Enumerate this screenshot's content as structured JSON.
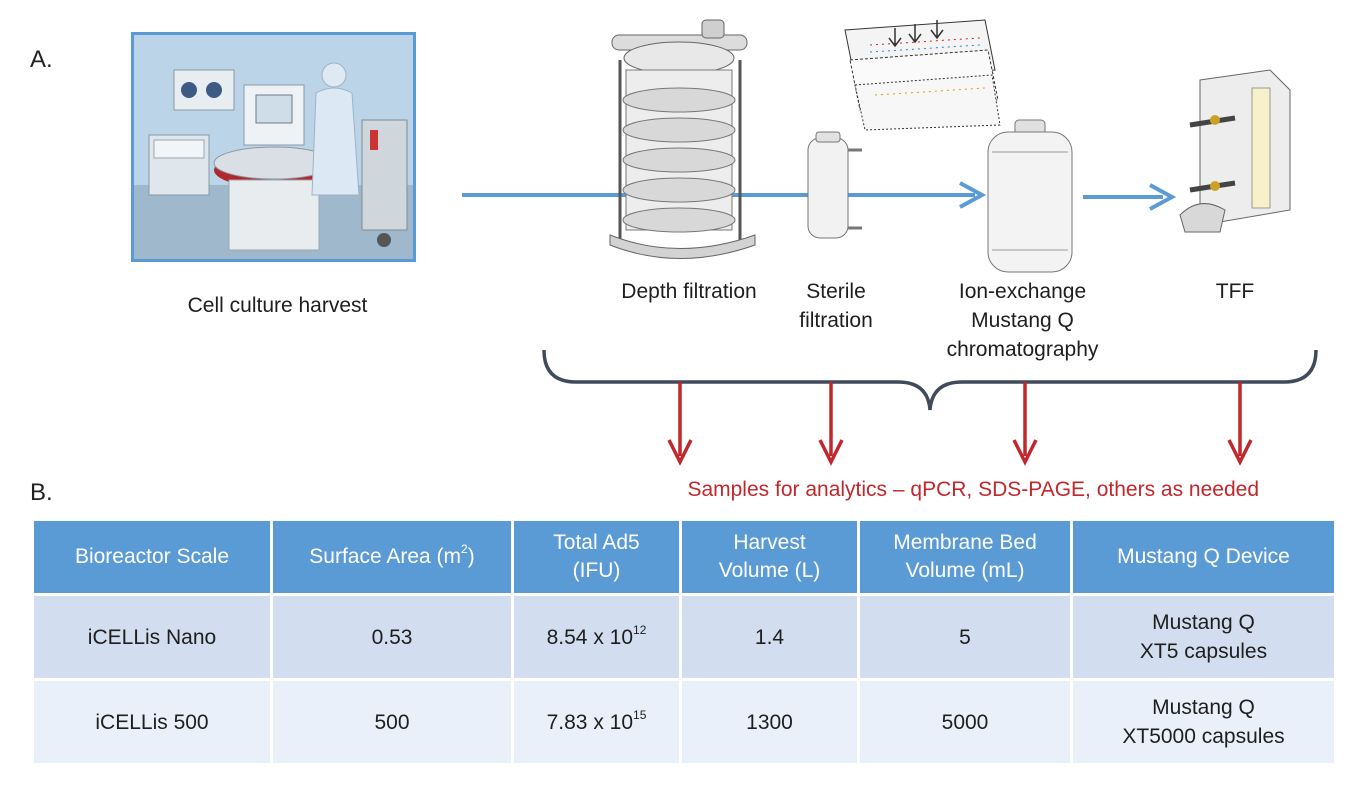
{
  "panel_a": {
    "label": "A.",
    "steps": {
      "harvest": "Cell culture harvest",
      "depth": "Depth filtration",
      "sterile": [
        "Sterile",
        "filtration"
      ],
      "ion": [
        "Ion-exchange",
        "Mustang Q",
        "chromatography"
      ],
      "tff": "TFF"
    },
    "samples_note": "Samples for analytics – qPCR, SDS-PAGE, others as needed"
  },
  "panel_b": {
    "label": "B.",
    "headers": {
      "scale": "Bioreactor Scale",
      "area": "Surface Area (m",
      "area_sup": "2",
      "area_end": ")",
      "ad5": [
        "Total Ad5",
        "(IFU)"
      ],
      "harvest_volume": [
        "Harvest",
        "Volume (L)"
      ],
      "membrane": [
        "Membrane Bed",
        "Volume (mL)"
      ],
      "device": "Mustang Q Device"
    },
    "rows": [
      {
        "scale": "iCELLis Nano",
        "area": "0.53",
        "ad5_base": "8.54 x 10",
        "ad5_exp": "12",
        "harvest_volume": "1.4",
        "membrane": "5",
        "device": [
          "Mustang Q",
          "XT5 capsules"
        ]
      },
      {
        "scale": "iCELLis 500",
        "area": "500",
        "ad5_base": "7.83 x 10",
        "ad5_exp": "15",
        "harvest_volume": "1300",
        "membrane": "5000",
        "device": [
          "Mustang Q",
          "XT5000 capsules"
        ]
      }
    ]
  },
  "colors": {
    "flow_arrow": "#5b9bd5",
    "sample_arrow": "#c0282d",
    "brace": "#3f4a5a",
    "header_bg": "#5b9bd5",
    "row1_bg": "#d2def0",
    "row2_bg": "#eaf0f9"
  }
}
